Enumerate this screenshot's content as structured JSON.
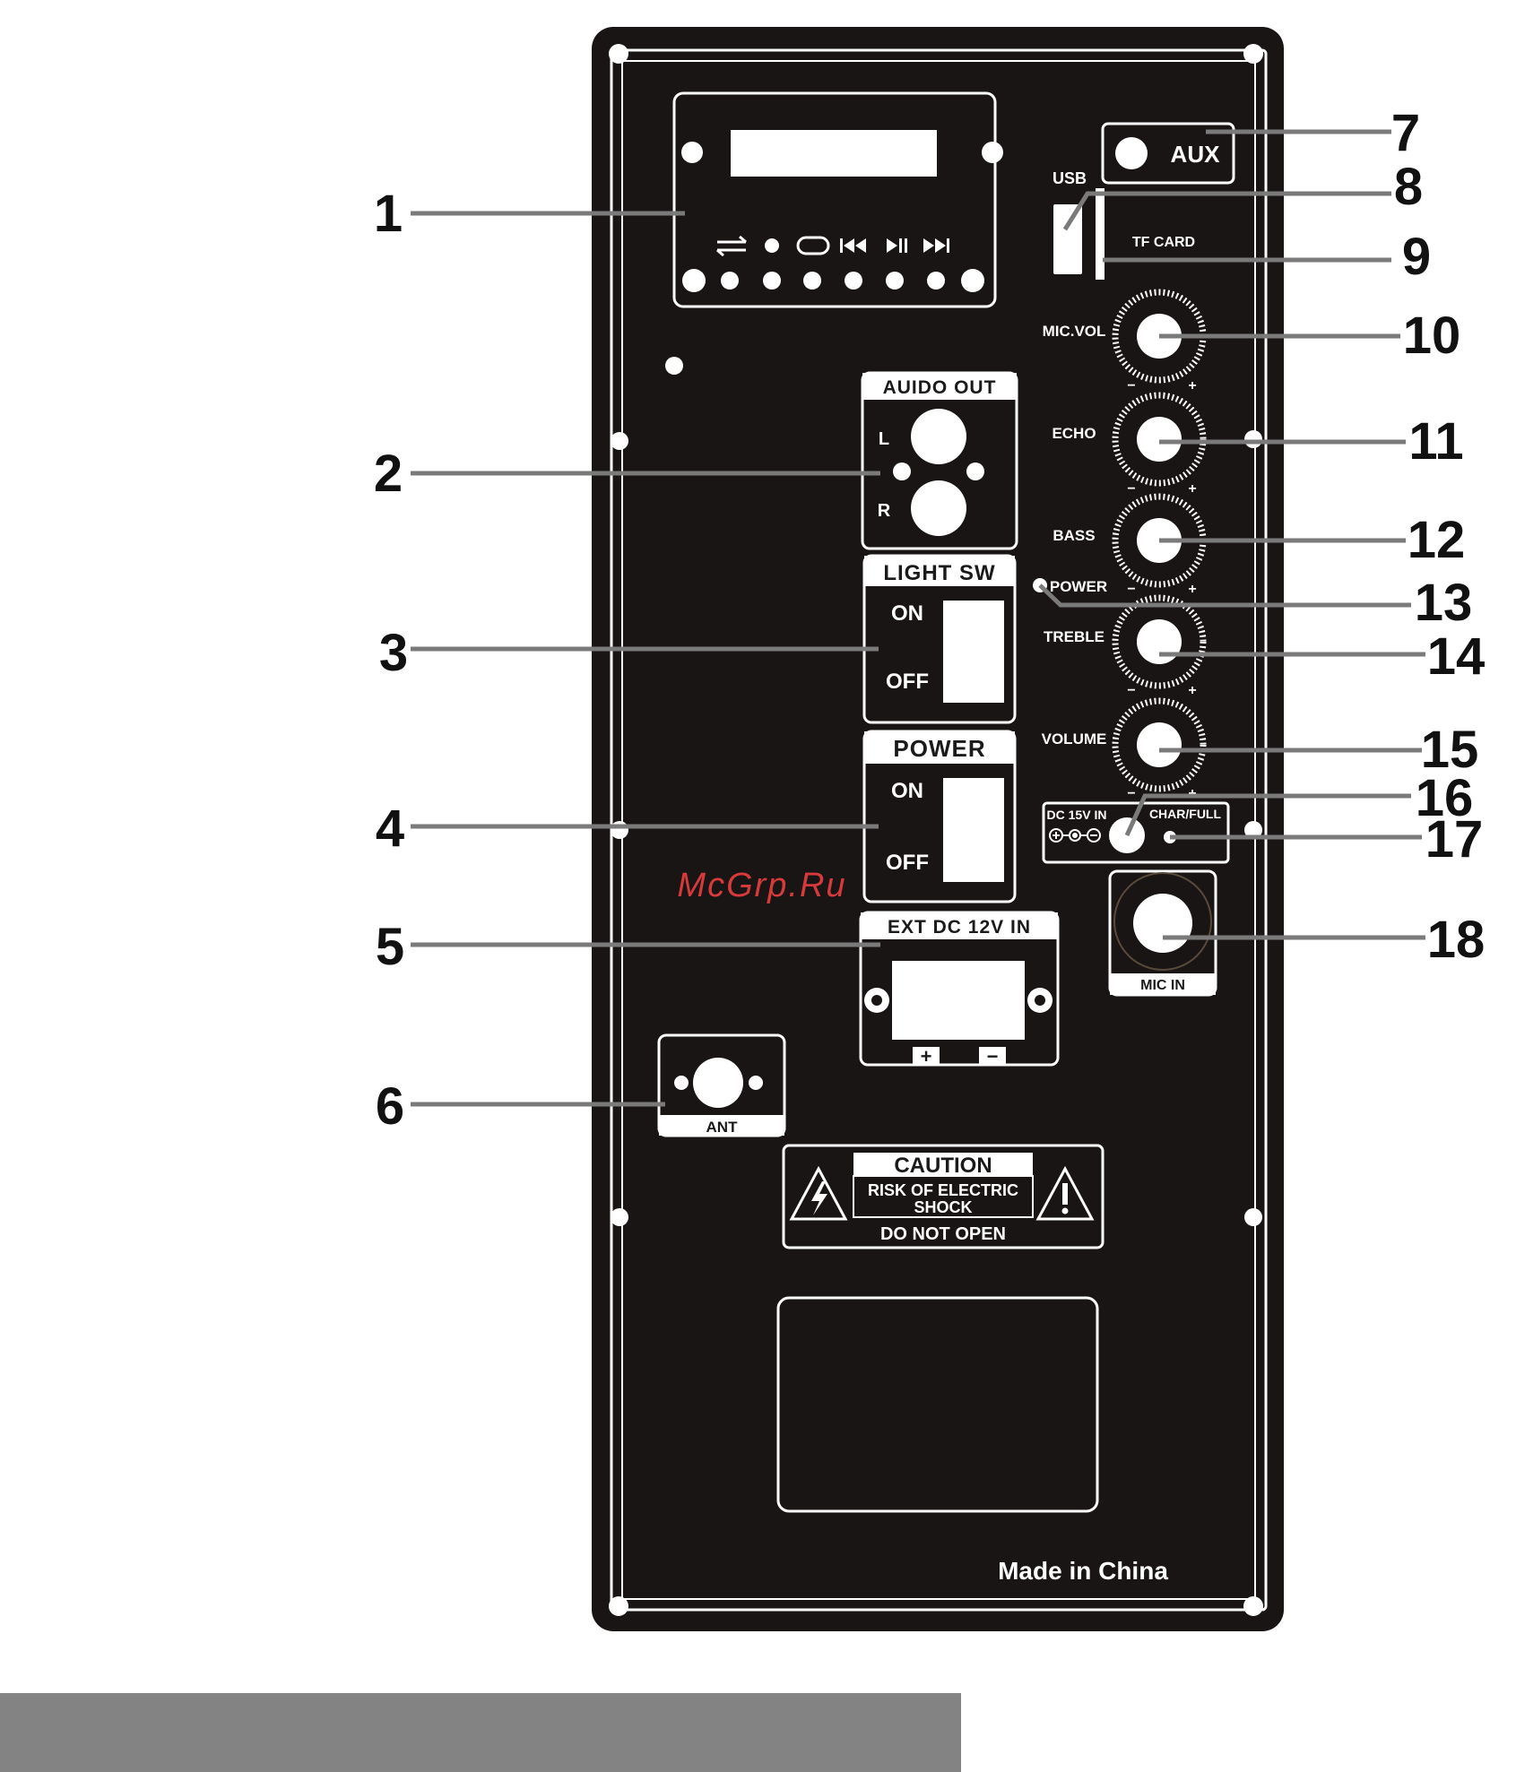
{
  "panel": {
    "audio_out_title": "AUIDO OUT",
    "audio_out_l": "L",
    "audio_out_r": "R",
    "light_sw_title": "LIGHT SW",
    "light_sw_on": "ON",
    "light_sw_off": "OFF",
    "power_title": "POWER",
    "power_on": "ON",
    "power_off": "OFF",
    "ext_dc_title": "EXT DC 12V IN",
    "ext_dc_plus": "+",
    "ext_dc_minus": "−",
    "ant": "ANT",
    "aux": "AUX",
    "usb": "USB",
    "tf_card": "TF CARD",
    "mic_vol": "MIC.VOL",
    "echo": "ECHO",
    "bass": "BASS",
    "power_led": "POWER",
    "treble": "TREBLE",
    "volume": "VOLUME",
    "dc_in": "DC 15V IN",
    "char_full": "CHAR/FULL",
    "mic_in": "MIC IN",
    "caution_title": "CAUTION",
    "caution_line1": "RISK OF ELECTRIC",
    "caution_line2": "SHOCK",
    "caution_line3": "DO NOT OPEN",
    "made_in": "Made in China",
    "knob_minus": "−",
    "knob_plus": "+"
  },
  "callouts": [
    "1",
    "2",
    "3",
    "4",
    "5",
    "6",
    "7",
    "8",
    "9",
    "10",
    "11",
    "12",
    "13",
    "14",
    "15",
    "16",
    "17",
    "18"
  ],
  "watermark": "McGrp.Ru",
  "colors": {
    "panel": "#1a1515",
    "watermark": "#d63a3a",
    "bottom_bar": "#838383",
    "leader": "#7a7a7a"
  }
}
